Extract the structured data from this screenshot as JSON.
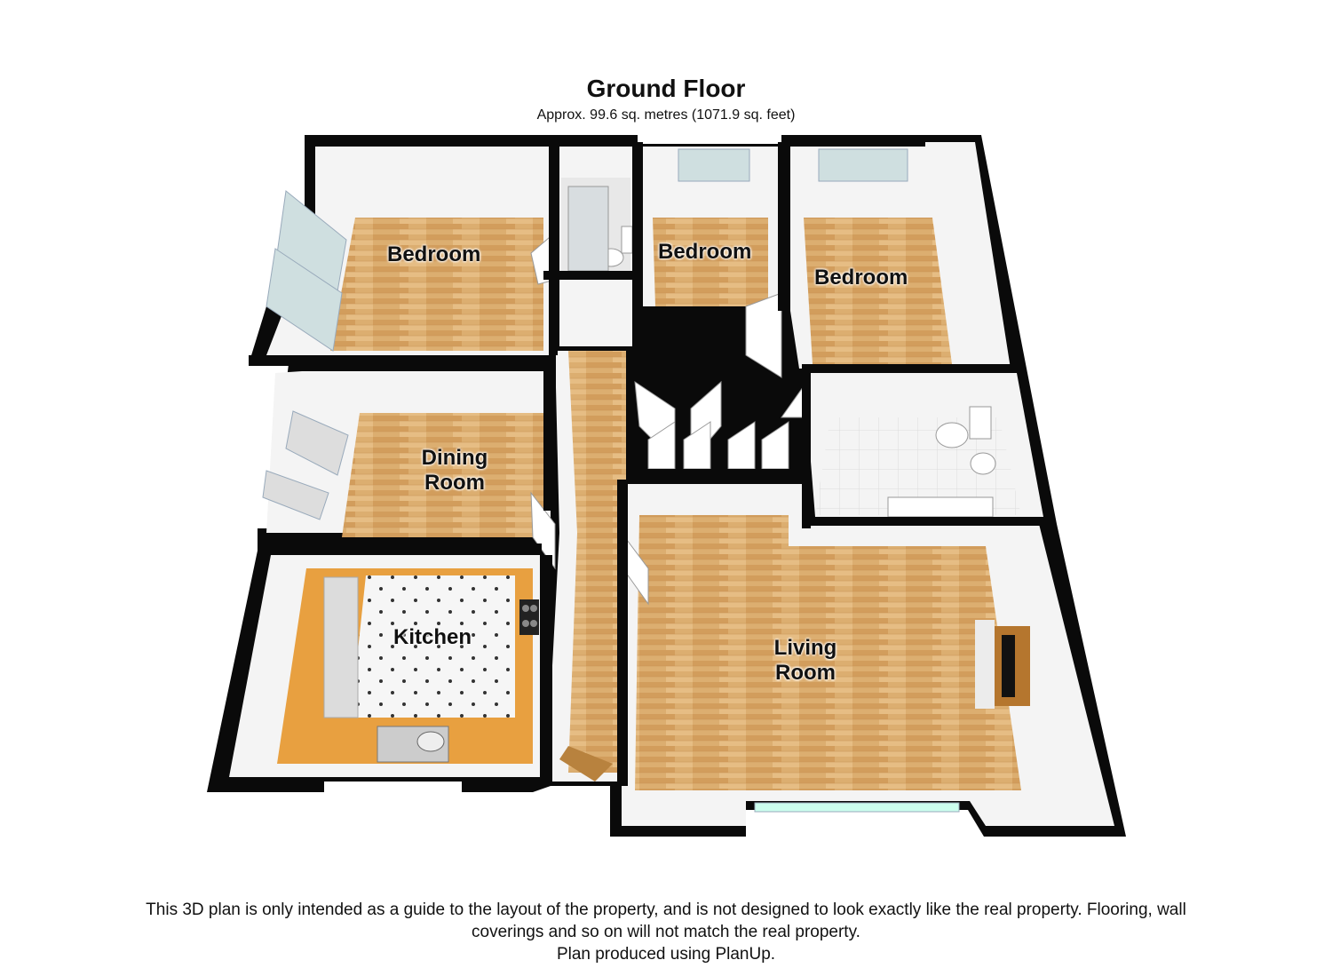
{
  "header": {
    "title": "Ground Floor",
    "subtitle": "Approx.  99.6 sq. metres (1071.9 sq. feet)"
  },
  "rooms": {
    "bedroom_1": "Bedroom",
    "bedroom_2": "Bedroom",
    "bedroom_3": "Bedroom",
    "dining_room": "Dining\nRoom",
    "kitchen": "Kitchen",
    "living_room": "Living\nRoom"
  },
  "footer": {
    "line1": "This 3D plan is only intended as a guide to the layout of the property, and is not designed to look exactly like the real property. Flooring, wall",
    "line2": "coverings and so on will not match the real property.",
    "line3": "Plan produced using PlanUp."
  },
  "colors": {
    "wall": "#0a0a0a",
    "wood_floor": "#d9a868",
    "kitchen_counter": "#e8a040",
    "tile_floor": "#f2f2f2",
    "inner_wall": "#f5f5f5"
  }
}
